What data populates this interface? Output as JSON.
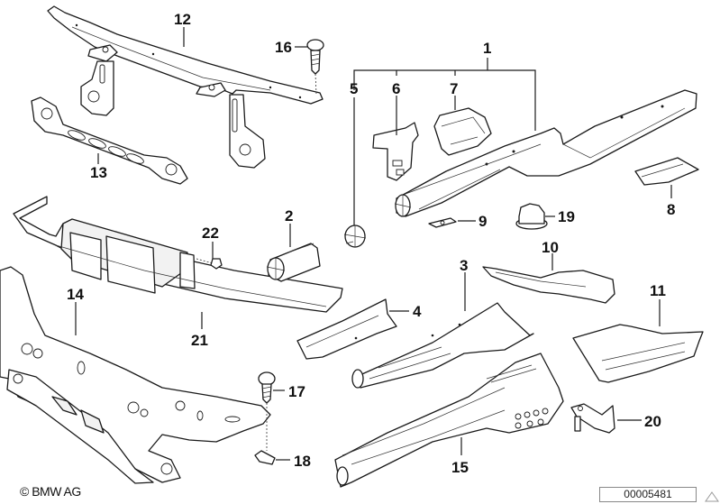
{
  "diagram": {
    "title": "Front body frame / radiator support parts diagram",
    "callouts": [
      {
        "id": "1",
        "label": "1",
        "part": "front-side-member-assembly"
      },
      {
        "id": "2",
        "label": "2",
        "part": "bumper-carrier-tube"
      },
      {
        "id": "3",
        "label": "3",
        "part": "side-member-left"
      },
      {
        "id": "4",
        "label": "4",
        "part": "side-member-front-section"
      },
      {
        "id": "5",
        "label": "5",
        "part": "bumper-mount-clip"
      },
      {
        "id": "6",
        "label": "6",
        "part": "bracket-plate"
      },
      {
        "id": "7",
        "label": "7",
        "part": "mount-bracket-box"
      },
      {
        "id": "8",
        "label": "8",
        "part": "end-plate"
      },
      {
        "id": "9",
        "label": "9",
        "part": "washer-plate"
      },
      {
        "id": "10",
        "label": "10",
        "part": "wheel-arch-reinforcement"
      },
      {
        "id": "11",
        "label": "11",
        "part": "side-panel-reinforcement"
      },
      {
        "id": "12",
        "label": "12",
        "part": "upper-cross-member"
      },
      {
        "id": "13",
        "label": "13",
        "part": "cross-brace"
      },
      {
        "id": "14",
        "label": "14",
        "part": "front-panel-carrier"
      },
      {
        "id": "15",
        "label": "15",
        "part": "side-member-right"
      },
      {
        "id": "16",
        "label": "16",
        "part": "screw-upper"
      },
      {
        "id": "17",
        "label": "17",
        "part": "screw-lower"
      },
      {
        "id": "18",
        "label": "18",
        "part": "clip-nut"
      },
      {
        "id": "19",
        "label": "19",
        "part": "rubber-buffer"
      },
      {
        "id": "20",
        "label": "20",
        "part": "holder-bracket"
      },
      {
        "id": "21",
        "label": "21",
        "part": "grille-carrier-trim"
      },
      {
        "id": "22",
        "label": "22",
        "part": "nut"
      }
    ]
  },
  "footer": {
    "copyright": "© BMW AG",
    "diagram_number": "00005481",
    "warning_icon": "warning-triangle-icon"
  }
}
